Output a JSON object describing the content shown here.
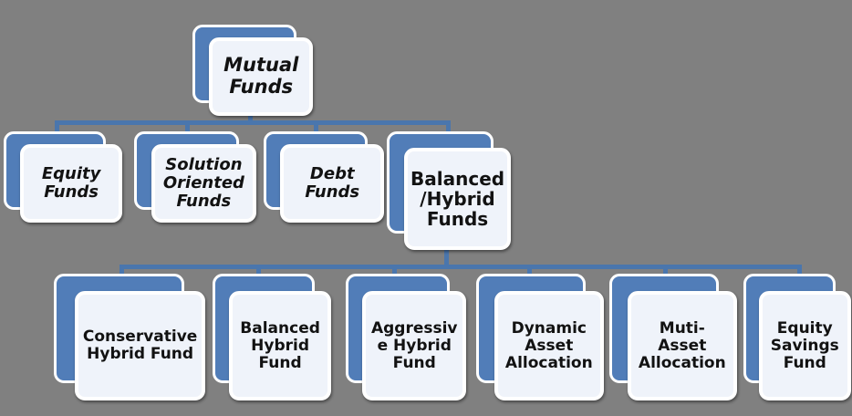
{
  "diagram": {
    "title": "Mutual Funds Category Hierarchy",
    "background_color": "#808080",
    "accent_color": "#517db8",
    "connector_color": "#4a76ad",
    "card_face_color": "#eff3fa",
    "text_color": "#121212"
  },
  "root": {
    "label": "Mutual\nFunds",
    "style": "italic"
  },
  "level2": [
    {
      "label": "Equity\nFunds",
      "style": "italic"
    },
    {
      "label": "Solution\nOriented\nFunds",
      "style": "italic"
    },
    {
      "label": "Debt\nFunds",
      "style": "italic"
    },
    {
      "label": "Balanced\n/Hybrid\nFunds",
      "style": "bold"
    }
  ],
  "level3": [
    {
      "label": "Conservative\nHybrid Fund",
      "style": "bold"
    },
    {
      "label": "Balanced\nHybrid\nFund",
      "style": "bold"
    },
    {
      "label": "Aggressiv\ne Hybrid\nFund",
      "style": "bold"
    },
    {
      "label": "Dynamic\nAsset\nAllocation",
      "style": "bold"
    },
    {
      "label": "Muti-\nAsset\nAllocation",
      "style": "bold"
    },
    {
      "label": "Equity\nSavings\nFund",
      "style": "bold"
    }
  ]
}
